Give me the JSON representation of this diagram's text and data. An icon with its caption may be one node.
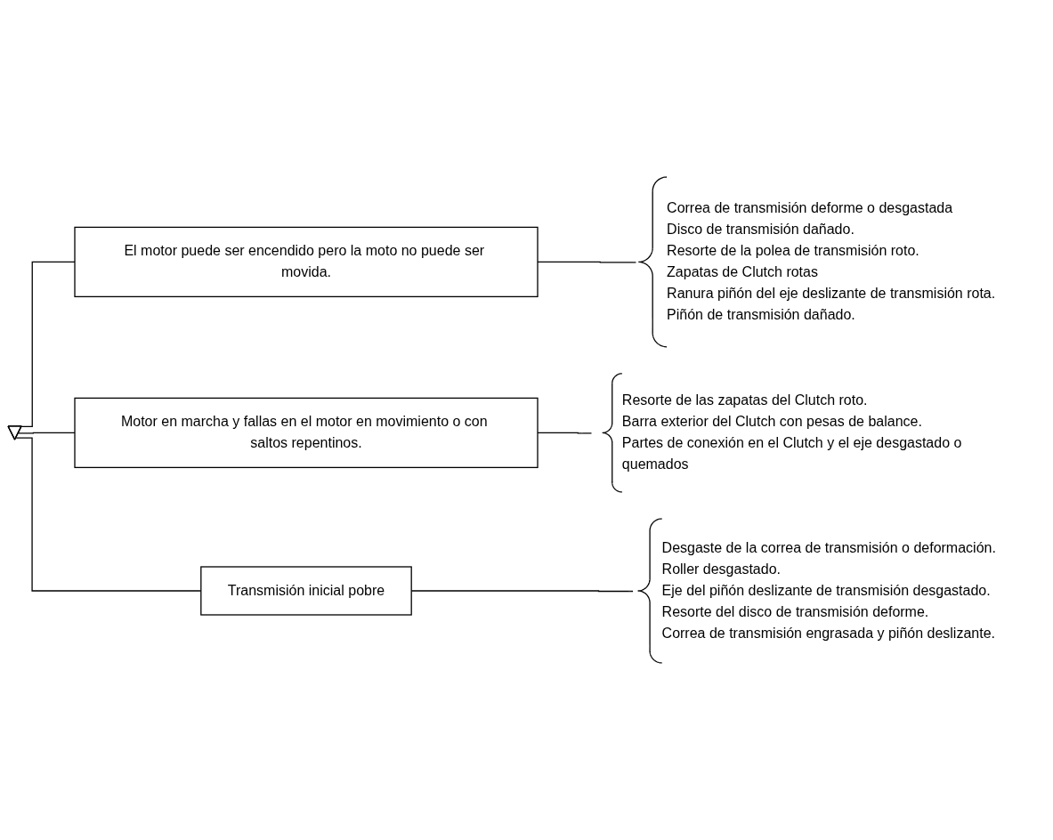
{
  "diagram": {
    "nodes": [
      {
        "text": [],
        "shape": "triangle"
      },
      {
        "text": [
          "El motor puede ser encendido pero la moto no puede ser movida."
        ]
      },
      {
        "text": [
          "Correa de transmisión deforme o desgastada",
          "Disco de transmisión dañado.",
          "Resorte de la polea de transmisión roto.",
          "Zapatas de Clutch rotas",
          "Ranura piñón del eje deslizante de transmisión rota.",
          "Piñón de transmisión dañado."
        ]
      },
      {
        "text": [
          "Motor en marcha y fallas en el motor en movimiento o con saltos repentinos."
        ]
      },
      {
        "text": [
          "Resorte de las zapatas del Clutch roto.",
          "Barra exterior del Clutch con pesas de balance.",
          "Partes de conexión en el Clutch y el eje desgastado o quemados"
        ]
      },
      {
        "text": [
          "Transmisión inicial pobre"
        ]
      },
      {
        "text": [
          "Desgaste de la correa de transmisión o deformación.",
          "Roller desgastado.",
          "Eje del piñón deslizante de transmisión desgastado.",
          "Resorte del disco de transmisión deforme.",
          "Correa de transmisión engrasada y piñón deslizante."
        ]
      }
    ],
    "edges": [
      {
        "from": 0,
        "to": 1,
        "arrow": "none"
      },
      {
        "from": 1,
        "to": 2,
        "arrow": "none"
      },
      {
        "from": 0,
        "to": 3,
        "arrow": "none"
      },
      {
        "from": 3,
        "to": 4,
        "arrow": "none"
      },
      {
        "from": 0,
        "to": 5,
        "arrow": "none"
      },
      {
        "from": 5,
        "to": 6,
        "arrow": "none"
      }
    ]
  }
}
